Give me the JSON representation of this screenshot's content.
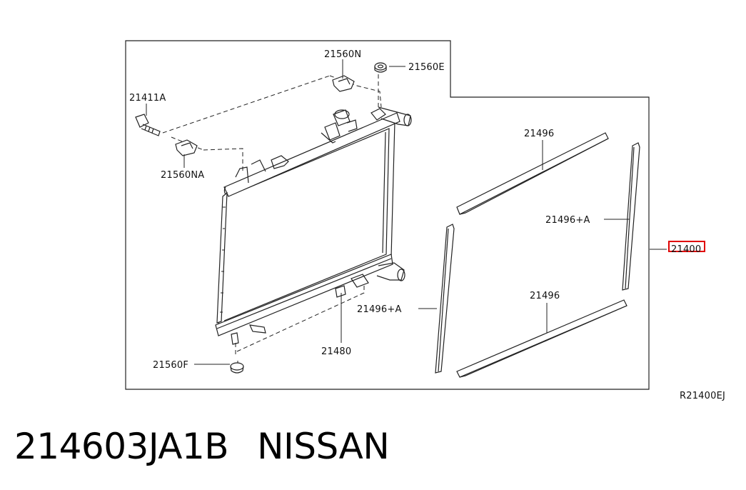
{
  "diagram": {
    "ref_code": "R21400EJ",
    "highlighted_callout": "21400",
    "labels": {
      "p21560N": "21560N",
      "p21560E": "21560E",
      "p21411A": "21411A",
      "p21560NA": "21560NA",
      "p21496_top": "21496",
      "p21496A_right": "21496+A",
      "p21496A_left": "21496+A",
      "p21496_bottom": "21496",
      "p21480": "21480",
      "p21560F": "21560F"
    }
  },
  "caption": {
    "part_number": "214603JA1B",
    "brand": "NISSAN"
  }
}
